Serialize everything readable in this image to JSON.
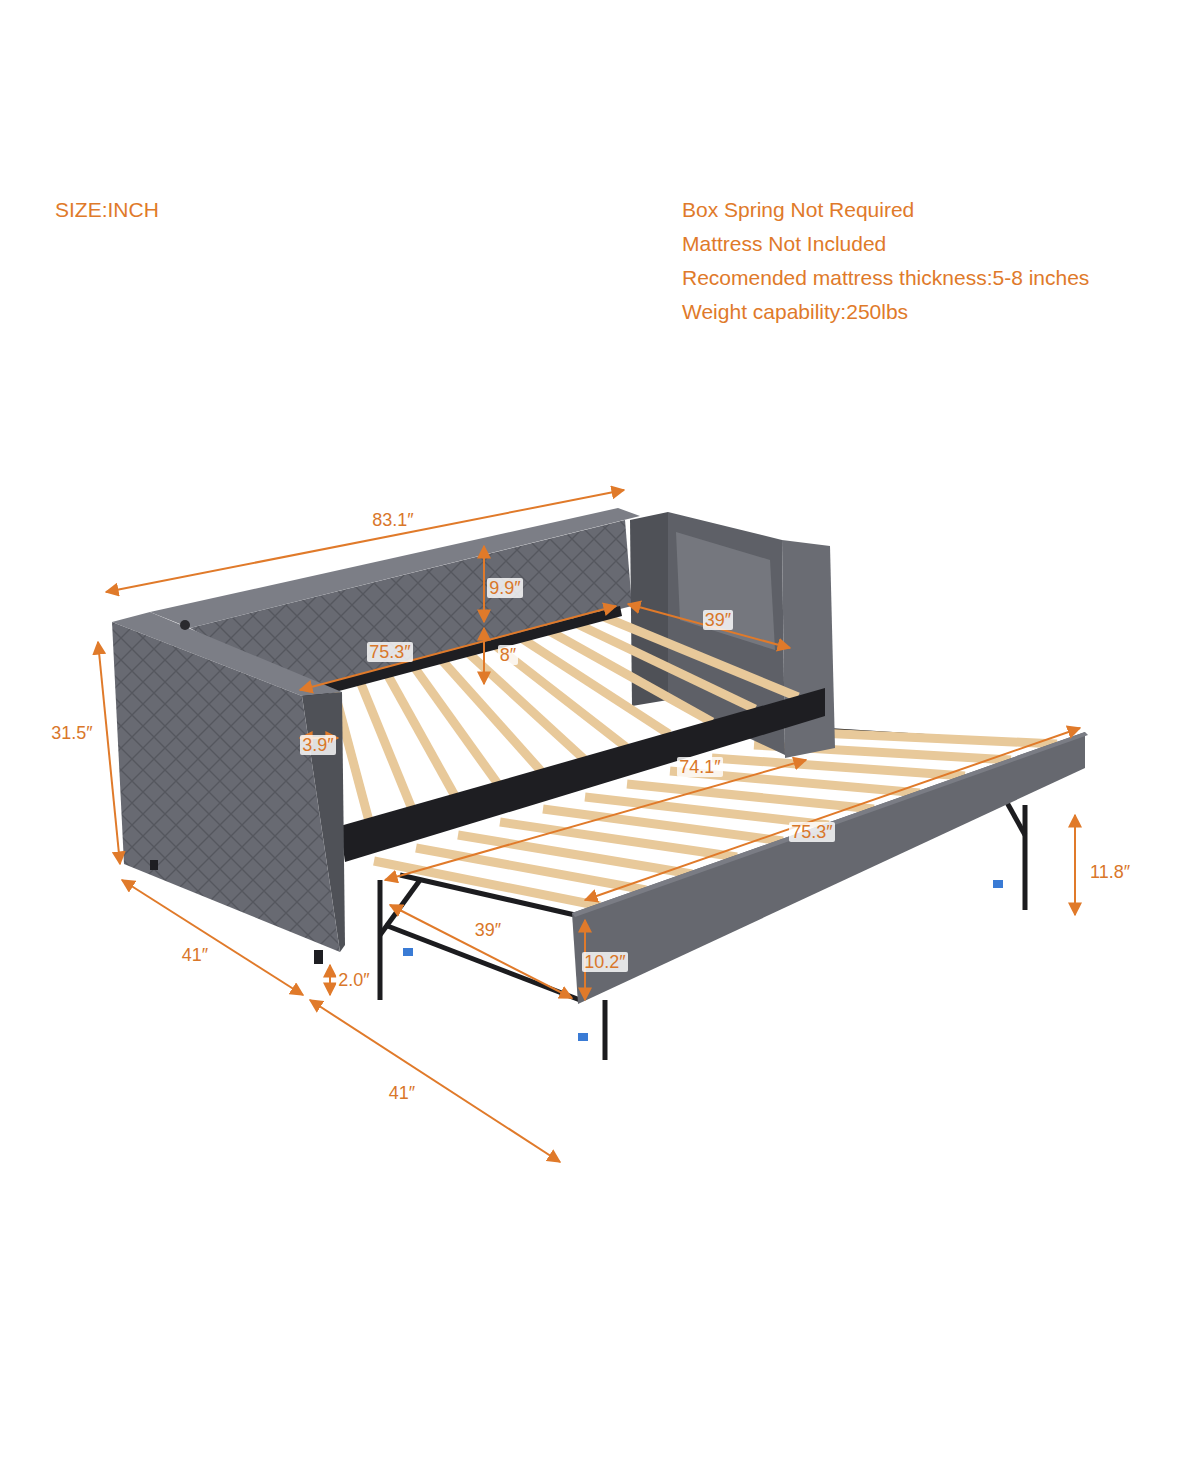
{
  "diagram": {
    "labels": [
      "SIZE:INCH",
      "Box Spring Not Required",
      "Mattress Not Included",
      "Recomended mattress thickness:5-8 inches",
      "Weight capability:250lbs",
      "83.1″",
      "9.9″",
      "39″",
      "75.3″",
      "8″",
      "3.9″",
      "31.5″",
      "74.1″",
      "75.3″",
      "11.8″",
      "39″",
      "10.2″",
      "41″",
      "2.0″",
      "41″"
    ]
  }
}
